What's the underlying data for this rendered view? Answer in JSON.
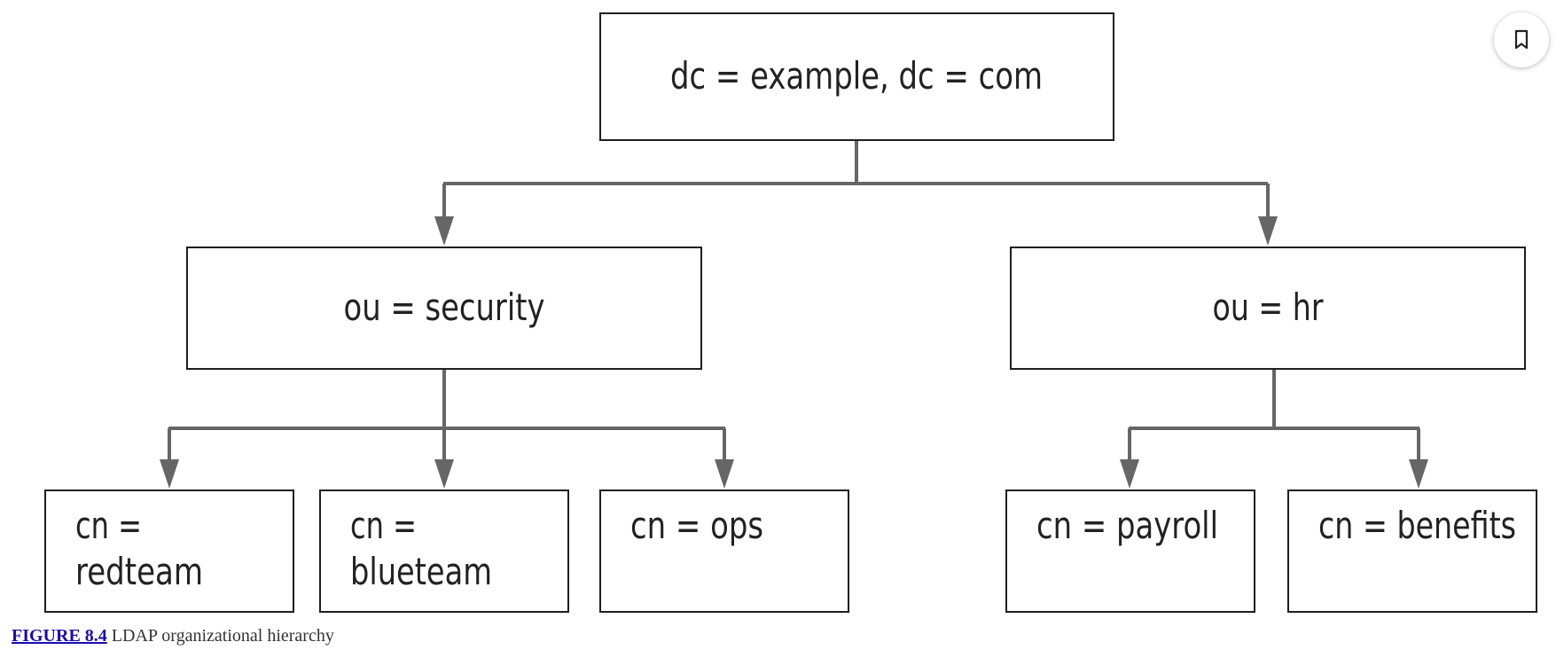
{
  "diagram": {
    "root": "dc = example, dc = com",
    "ou_security": "ou = security",
    "ou_hr": "ou = hr",
    "cn_redteam": [
      "cn =",
      "redteam"
    ],
    "cn_blueteam": [
      "cn =",
      "blueteam"
    ],
    "cn_ops": "cn = ops",
    "cn_payroll": "cn = payroll",
    "cn_benefits": "cn = benefits"
  },
  "caption": {
    "figure_link": "FIGURE 8.4",
    "text": "LDAP organizational hierarchy"
  },
  "colors": {
    "box_border": "#1f1f1f",
    "connector": "#666666",
    "link": "#1a0dab"
  },
  "icons": {
    "bookmark": "bookmark-icon"
  }
}
